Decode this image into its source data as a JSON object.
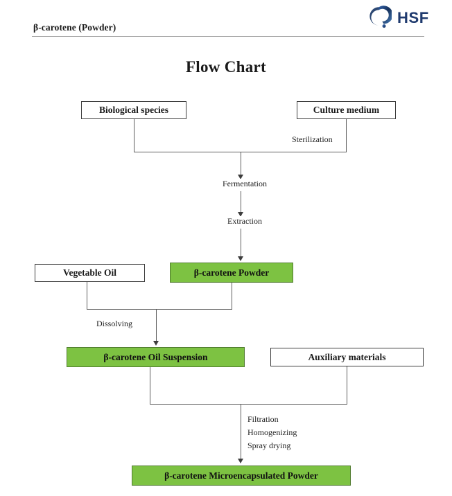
{
  "header": {
    "document_title": "β-carotene (Powder)",
    "brand_name": "HSF",
    "brand_mark_icon": "hsf-circle-logo-icon"
  },
  "chart": {
    "title": "Flow Chart",
    "highlight_color": "#7dc242",
    "highlight_border_color": "#4f7a2e",
    "plain_border_color": "#3c3c3c",
    "connector_color": "#5c5c5c"
  },
  "nodes": [
    {
      "id": "biological-species",
      "label": "Biological species",
      "style": "plain"
    },
    {
      "id": "culture-medium",
      "label": "Culture medium",
      "style": "plain"
    },
    {
      "id": "vegetable-oil",
      "label": "Vegetable Oil",
      "style": "plain"
    },
    {
      "id": "beta-carotene-powder",
      "label": "β-carotene Powder",
      "style": "highlight"
    },
    {
      "id": "beta-carotene-oil-suspension",
      "label": "β-carotene Oil Suspension",
      "style": "highlight"
    },
    {
      "id": "auxiliary-materials",
      "label": "Auxiliary materials",
      "style": "plain"
    },
    {
      "id": "beta-carotene-microencapsulated-powder",
      "label": "β-carotene Microencapsulated Powder",
      "style": "highlight"
    }
  ],
  "process_labels": {
    "sterilization": "Sterilization",
    "fermentation": "Fermentation",
    "extraction": "Extraction",
    "dissolving": "Dissolving",
    "final_step_1": "Filtration",
    "final_step_2": "Homogenizing",
    "final_step_3": "Spray drying"
  },
  "chart_data": {
    "type": "diagram",
    "title": "Flow Chart",
    "subtitle": "β-carotene (Powder)",
    "nodes": [
      {
        "id": "biological-species",
        "label": "Biological species",
        "row": 1,
        "highlighted": false
      },
      {
        "id": "culture-medium",
        "label": "Culture medium",
        "row": 1,
        "highlighted": false
      },
      {
        "id": "vegetable-oil",
        "label": "Vegetable Oil",
        "row": 2,
        "highlighted": false
      },
      {
        "id": "beta-carotene-powder",
        "label": "β-carotene Powder",
        "row": 2,
        "highlighted": true
      },
      {
        "id": "beta-carotene-oil-suspension",
        "label": "β-carotene Oil Suspension",
        "row": 3,
        "highlighted": true
      },
      {
        "id": "auxiliary-materials",
        "label": "Auxiliary materials",
        "row": 3,
        "highlighted": false
      },
      {
        "id": "beta-carotene-microencapsulated-powder",
        "label": "β-carotene Microencapsulated Powder",
        "row": 4,
        "highlighted": true
      }
    ],
    "edges": [
      {
        "from": [
          "biological-species",
          "culture-medium"
        ],
        "to": "beta-carotene-powder",
        "labels": [
          "Sterilization",
          "Fermentation",
          "Extraction"
        ]
      },
      {
        "from": [
          "vegetable-oil",
          "beta-carotene-powder"
        ],
        "to": "beta-carotene-oil-suspension",
        "labels": [
          "Dissolving"
        ]
      },
      {
        "from": [
          "beta-carotene-oil-suspension",
          "auxiliary-materials"
        ],
        "to": "beta-carotene-microencapsulated-powder",
        "labels": [
          "Filtration",
          "Homogenizing",
          "Spray drying"
        ]
      }
    ]
  }
}
